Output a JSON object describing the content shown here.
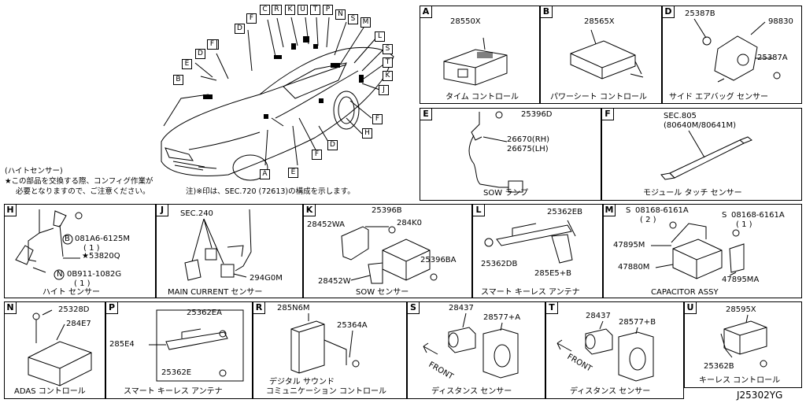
{
  "overview": {
    "callouts": [
      "F",
      "C",
      "R",
      "K",
      "U",
      "T",
      "P",
      "N",
      "S",
      "M",
      "D",
      "F",
      "L",
      "E",
      "D",
      "F",
      "S",
      "T",
      "K",
      "B",
      "J",
      "A",
      "E",
      "F",
      "D",
      "F",
      "H"
    ],
    "note_title": "(ハイトセンサー)",
    "note_line1": "★この部品を交換する際、コンフィグ作業が",
    "note_line2": "必要となりますので、ご注意ください。",
    "note_line3": "注)※印は、SEC.720 (72613)の構成を示します。"
  },
  "panels": {
    "A": {
      "label": "A",
      "part": "28550X",
      "caption": "タイム コントロール"
    },
    "B": {
      "label": "B",
      "part": "28565X",
      "caption": "パワーシート コントロール"
    },
    "D": {
      "label": "D",
      "part1": "25387B",
      "part2": "98830",
      "part3": "25387A",
      "caption": "サイド エアバッグ センサー"
    },
    "E": {
      "label": "E",
      "part1": "25396D",
      "part2": "26670(RH)",
      "part3": "26675(LH)",
      "caption": "SOW ランプ"
    },
    "F": {
      "label": "F",
      "part1": "SEC.805",
      "part2": "(80640M/80641M)",
      "caption": "モジュール タッチ センサー"
    },
    "H": {
      "label": "H",
      "part1": "081A6-6125M",
      "part1_qty": "( 1 )",
      "part2": "★53820Q",
      "part3": "0B911-1082G",
      "part3_qty": "( 1 )",
      "caption": "ハイト センサー",
      "prefix_b": "B",
      "prefix_n": "N"
    },
    "J": {
      "label": "J",
      "part1": "SEC.240",
      "part2": "294G0M",
      "caption": "MAIN CURRENT センサー"
    },
    "K": {
      "label": "K",
      "part1": "25396B",
      "part2": "28452WA",
      "part3": "284K0",
      "part4": "25396BA",
      "part5": "28452W",
      "caption": "SOW センサー"
    },
    "L": {
      "label": "L",
      "part1": "25362EB",
      "part2": "25362DB",
      "part3": "285E5+B",
      "caption": "スマート キーレス アンテナ"
    },
    "M": {
      "label": "M",
      "part1": "08168-6161A",
      "part1_qty": "( 2 )",
      "part2": "08168-6161A",
      "part2_qty": "( 1 )",
      "part3": "47895M",
      "part4": "47880M",
      "part5": "47895MA",
      "caption": "CAPACITOR ASSY",
      "prefix_s": "S"
    },
    "N": {
      "label": "N",
      "part1": "25328D",
      "part2": "284E7",
      "caption": "ADAS コントロール"
    },
    "P": {
      "label": "P",
      "part1": "25362EA",
      "part2": "285E4",
      "part3": "25362E",
      "caption": "スマート キーレス アンテナ"
    },
    "R": {
      "label": "R",
      "part1": "285N6M",
      "part2": "25364A",
      "caption1": "デジタル サウンド",
      "caption2": "コミュニケーション コントロール"
    },
    "S": {
      "label": "S",
      "part1": "28437",
      "part2": "28577+A",
      "front": "FRONT",
      "caption": "ディスタンス センサー"
    },
    "T": {
      "label": "T",
      "part1": "28437",
      "part2": "28577+B",
      "front": "FRONT",
      "caption": "ディスタンス センサー"
    },
    "U": {
      "label": "U",
      "part1": "28595X",
      "part2": "25362B",
      "caption": "キーレス コントロール"
    }
  },
  "footer": {
    "code": "J25302YG"
  }
}
